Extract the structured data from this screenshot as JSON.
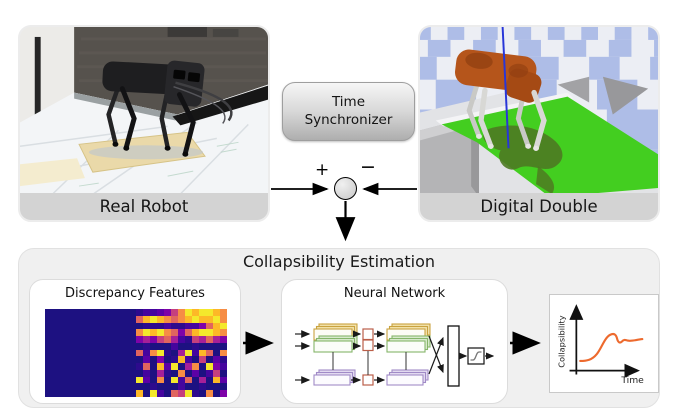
{
  "cards": {
    "real_robot": {
      "caption": "Real Robot"
    },
    "digital_double": {
      "caption": "Digital Double"
    }
  },
  "time_synchronizer": {
    "line1": "Time",
    "line2": "Synchronizer"
  },
  "comparator": {
    "plus": "+",
    "minus": "−"
  },
  "estimation": {
    "title": "Collapsibility Estimation",
    "discrepancy_label": "Discrepancy Features",
    "neural_network_label": "Neural Network",
    "plot": {
      "ylabel": "Collapsibility",
      "xlabel": "Time"
    }
  },
  "colors": {
    "accent_orange": "#ed6a2e",
    "layer_yellow": "#c9a23f",
    "layer_yellow_tint": "#f2e3ae",
    "layer_green": "#86b56a",
    "layer_green_tint": "#dcecd1",
    "layer_purple": "#a18bc7",
    "layer_purple_tint": "#e6def2",
    "op_red": "#bb5f49",
    "sim_green": "#43ce20",
    "robot_orange": "#b5551b",
    "checker_blue": "#aebde7"
  },
  "heatmap": {
    "palette": {
      "0": "#1d1181",
      "1": "#2d0b8d",
      "2": "#45059e",
      "3": "#5c01a6",
      "4": "#7e03a8",
      "5": "#a62098",
      "6": "#c5407e",
      "7": "#e0655f",
      "8": "#f68d45",
      "9": "#fdb827",
      "a": "#f4e82c"
    },
    "rows": [
      "00000000000001223468a9aa98",
      "000000000000079a98789a99a8",
      "0000000000000011121122479a",
      "00000000000008a9a87479aa98",
      "00000000000004546752165754",
      "00000000000000100020010000",
      "0000000000000728a105a29708",
      "00000000000000304019206031",
      "000000000000017093a0580a42",
      "00000000000000205108030260",
      "0000000000000a3080a2705093",
      "00000000000000010002001000",
      "000000000000090a2076a10804"
    ]
  }
}
